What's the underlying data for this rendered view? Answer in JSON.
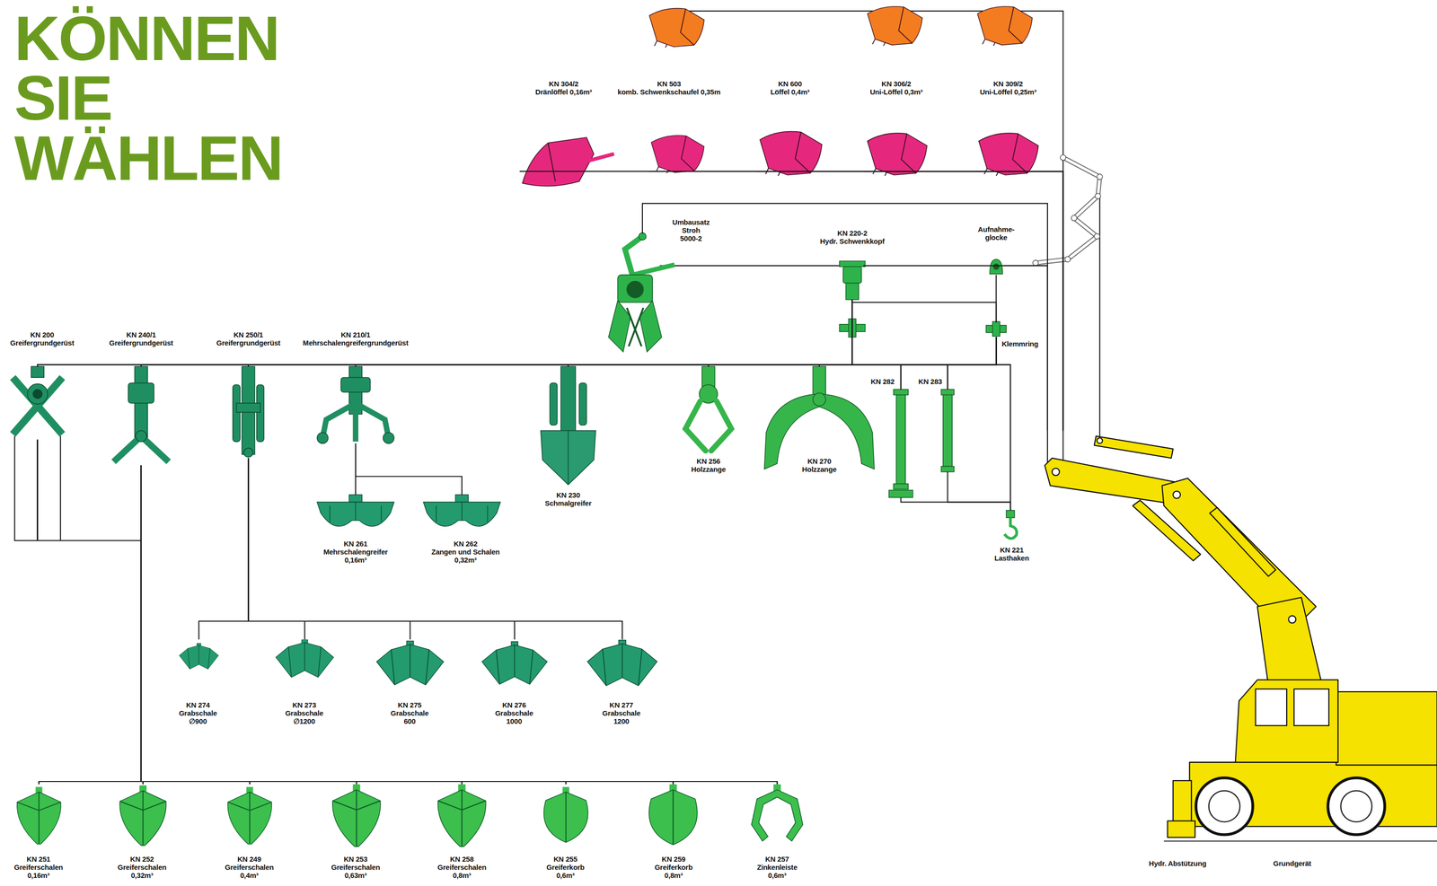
{
  "diagram": {
    "title": "KÖNNEN SIE WÄHLEN",
    "nodes": [
      {
        "text": [
          "KN 304/2",
          "Dränlöffel 0,16m³"
        ]
      },
      {
        "text": [
          "KN 503",
          "komb. Schwenkschaufel 0,35m"
        ]
      },
      {
        "text": [
          "KN 600",
          "Löffel 0,4m³"
        ]
      },
      {
        "text": [
          "KN 306/2",
          "Uni-Löffel 0,3m³"
        ]
      },
      {
        "text": [
          "KN 309/2",
          "Uni-Löffel 0,25m³"
        ]
      },
      {
        "text": [
          "Umbausatz Stroh 5000-2"
        ]
      },
      {
        "text": [
          "KN 220-2",
          "Hydr. Schwenkkopf"
        ]
      },
      {
        "text": [
          "Aufnahme- glocke"
        ]
      },
      {
        "text": [
          "Klemmring"
        ]
      },
      {
        "text": [
          "KN 200",
          "Greifergrundgerüst"
        ]
      },
      {
        "text": [
          "KN 240/1",
          "Greifergrundgerüst"
        ]
      },
      {
        "text": [
          "KN 250/1",
          "Greifergrundgerüst"
        ]
      },
      {
        "text": [
          "KN 210/1",
          "Mehrschalengreifergrundgerüst"
        ]
      },
      {
        "text": [
          "KN 230",
          "Schmalgreifer"
        ]
      },
      {
        "text": [
          "KN 256",
          "Holzzange"
        ]
      },
      {
        "text": [
          "KN 270",
          "Holzzange"
        ]
      },
      {
        "text": [
          "KN 282"
        ]
      },
      {
        "text": [
          "KN 283"
        ]
      },
      {
        "text": [
          "KN 221",
          "Lasthaken"
        ]
      },
      {
        "text": [
          "KN 261",
          "Mehrschalengreifer",
          "0,16m³"
        ]
      },
      {
        "text": [
          "KN 262",
          "Zangen und Schalen",
          "0,32m³"
        ]
      },
      {
        "text": [
          "KN 274",
          "Grabschale",
          "∅900"
        ]
      },
      {
        "text": [
          "KN 273",
          "Grabschale",
          "∅1200"
        ]
      },
      {
        "text": [
          "KN 275",
          "Grabschale",
          "600"
        ]
      },
      {
        "text": [
          "KN 276",
          "Grabschale",
          "1000"
        ]
      },
      {
        "text": [
          "KN 277",
          "Grabschale",
          "1200"
        ]
      },
      {
        "text": [
          "KN 251",
          "Greiferschalen",
          "0,16m³"
        ]
      },
      {
        "text": [
          "KN 252",
          "Greiferschalen",
          "0,32m³"
        ]
      },
      {
        "text": [
          "KN 249",
          "Greiferschalen",
          "0,4m³"
        ]
      },
      {
        "text": [
          "KN 253",
          "Greiferschalen",
          "0,63m³"
        ]
      },
      {
        "text": [
          "KN 258",
          "Greiferschalen",
          "0,8m³"
        ]
      },
      {
        "text": [
          "KN 255",
          "Greiferkorb",
          "0,6m³"
        ]
      },
      {
        "text": [
          "KN 259",
          "Greiferkorb",
          "0,8m³"
        ]
      },
      {
        "text": [
          "KN 257",
          "Zinkenleiste",
          "0,6m³"
        ]
      },
      {
        "text": [
          "Grundgerät"
        ]
      }
    ],
    "edges": [
      {
        "from": 34,
        "to": 0,
        "arrow": "none"
      },
      {
        "from": 34,
        "to": 1,
        "arrow": "none"
      },
      {
        "from": 34,
        "to": 2,
        "arrow": "none"
      },
      {
        "from": 34,
        "to": 3,
        "arrow": "none"
      },
      {
        "from": 34,
        "to": 4,
        "arrow": "none"
      },
      {
        "from": 34,
        "to": 5,
        "arrow": "none"
      },
      {
        "from": 34,
        "to": 6,
        "arrow": "none"
      },
      {
        "from": 34,
        "to": 7,
        "arrow": "none"
      },
      {
        "from": 7,
        "to": 8,
        "arrow": "none"
      },
      {
        "from": 6,
        "to": 8,
        "arrow": "none"
      },
      {
        "from": 6,
        "to": 9,
        "arrow": "none"
      },
      {
        "from": 6,
        "to": 10,
        "arrow": "none"
      },
      {
        "from": 6,
        "to": 11,
        "arrow": "none"
      },
      {
        "from": 6,
        "to": 12,
        "arrow": "none"
      },
      {
        "from": 6,
        "to": 13,
        "arrow": "none"
      },
      {
        "from": 6,
        "to": 14,
        "arrow": "none"
      },
      {
        "from": 6,
        "to": 15,
        "arrow": "none"
      },
      {
        "from": 6,
        "to": 16,
        "arrow": "none"
      },
      {
        "from": 6,
        "to": 17,
        "arrow": "none"
      },
      {
        "from": 6,
        "to": 18,
        "arrow": "none"
      },
      {
        "from": 8,
        "to": 9,
        "arrow": "none"
      },
      {
        "from": 8,
        "to": 10,
        "arrow": "none"
      },
      {
        "from": 8,
        "to": 11,
        "arrow": "none"
      },
      {
        "from": 8,
        "to": 12,
        "arrow": "none"
      },
      {
        "from": 8,
        "to": 13,
        "arrow": "none"
      },
      {
        "from": 8,
        "to": 14,
        "arrow": "none"
      },
      {
        "from": 8,
        "to": 15,
        "arrow": "none"
      },
      {
        "from": 8,
        "to": 16,
        "arrow": "none"
      },
      {
        "from": 8,
        "to": 17,
        "arrow": "none"
      },
      {
        "from": 8,
        "to": 18,
        "arrow": "none"
      },
      {
        "from": 16,
        "to": 18,
        "arrow": "none"
      },
      {
        "from": 17,
        "to": 18,
        "arrow": "none"
      },
      {
        "from": 12,
        "to": 19,
        "arrow": "none"
      },
      {
        "from": 12,
        "to": 20,
        "arrow": "none"
      },
      {
        "from": 11,
        "to": 21,
        "arrow": "none"
      },
      {
        "from": 11,
        "to": 22,
        "arrow": "none"
      },
      {
        "from": 11,
        "to": 23,
        "arrow": "none"
      },
      {
        "from": 11,
        "to": 24,
        "arrow": "none"
      },
      {
        "from": 11,
        "to": 25,
        "arrow": "none"
      },
      {
        "from": 10,
        "to": 26,
        "arrow": "none"
      },
      {
        "from": 10,
        "to": 27,
        "arrow": "none"
      },
      {
        "from": 10,
        "to": 28,
        "arrow": "none"
      },
      {
        "from": 10,
        "to": 29,
        "arrow": "none"
      },
      {
        "from": 10,
        "to": 30,
        "arrow": "none"
      },
      {
        "from": 10,
        "to": 31,
        "arrow": "none"
      },
      {
        "from": 10,
        "to": 32,
        "arrow": "none"
      },
      {
        "from": 10,
        "to": 33,
        "arrow": "none"
      },
      {
        "from": 9,
        "to": 26,
        "arrow": "none"
      },
      {
        "from": 9,
        "to": 27,
        "arrow": "none"
      },
      {
        "from": 9,
        "to": 28,
        "arrow": "none"
      },
      {
        "from": 9,
        "to": 29,
        "arrow": "none"
      },
      {
        "from": 9,
        "to": 30,
        "arrow": "none"
      },
      {
        "from": 9,
        "to": 31,
        "arrow": "none"
      },
      {
        "from": 9,
        "to": 32,
        "arrow": "none"
      },
      {
        "from": 9,
        "to": 33,
        "arrow": "none"
      }
    ],
    "labels": [
      "Hydr. Abstützung"
    ]
  }
}
